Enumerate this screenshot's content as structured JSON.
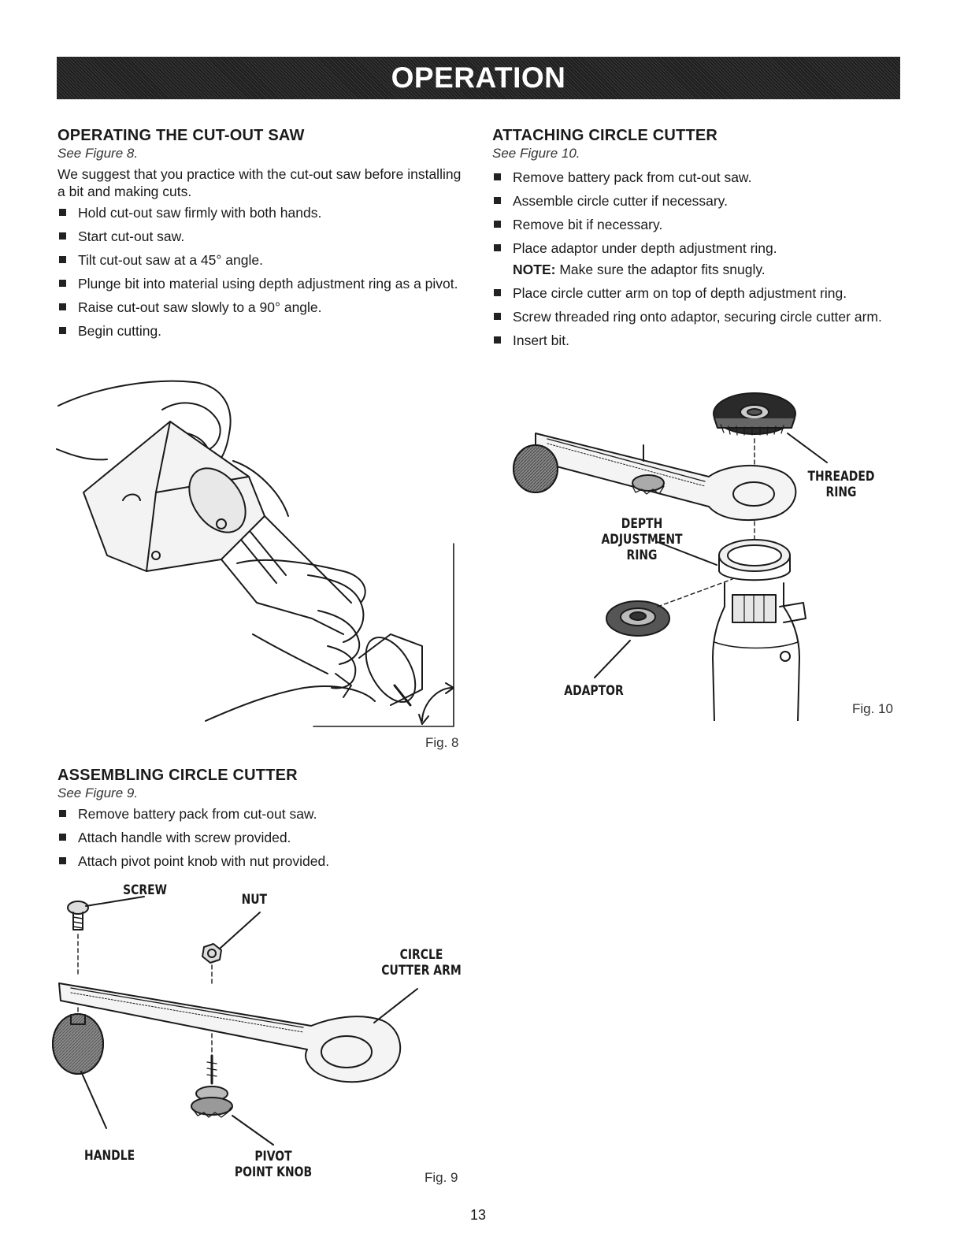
{
  "header": {
    "title": "OPERATION"
  },
  "left": {
    "s1": {
      "title": "OPERATING THE CUT-OUT SAW",
      "see": "See Figure 8.",
      "intro": "We suggest that you practice with the cut-out saw before installing a bit and making cuts.",
      "items": [
        "Hold cut-out saw firmly with both hands.",
        "Start cut-out saw.",
        "Tilt cut-out saw at a 45° angle.",
        "Plunge bit into material using depth adjustment ring as a pivot.",
        "Raise cut-out saw slowly to a 90° angle.",
        "Begin cutting."
      ]
    },
    "fig8": {
      "caption": "Fig. 8"
    },
    "s2": {
      "title": "ASSEMBLING CIRCLE CUTTER",
      "see": "See Figure 9.",
      "items": [
        "Remove battery pack from cut-out saw.",
        "Attach handle with screw provided.",
        "Attach pivot point knob with nut provided."
      ]
    },
    "fig9": {
      "caption": "Fig. 9",
      "labels": {
        "screw": "SCREW",
        "nut": "NUT",
        "arm": "CIRCLE CUTTER ARM",
        "handle": "HANDLE",
        "knob": "PIVOT POINT KNOB"
      }
    }
  },
  "right": {
    "s3": {
      "title": "ATTACHING CIRCLE CUTTER",
      "see": "See Figure 10.",
      "items": [
        "Remove battery pack from cut-out saw.",
        "Assemble circle cutter if necessary.",
        "Remove bit if necessary.",
        "Place adaptor under depth adjustment ring."
      ],
      "note_label": "NOTE:",
      "note_text": " Make sure the adaptor fits snugly.",
      "items2": [
        "Place circle cutter arm on top of depth adjustment ring.",
        "Screw threaded ring onto adaptor, securing circle cutter arm.",
        "Insert bit."
      ]
    },
    "fig10": {
      "caption": "Fig. 10",
      "labels": {
        "threaded": "THREADED RING",
        "depth": "DEPTH ADJUSTMENT RING",
        "adaptor": "ADAPTOR"
      }
    }
  },
  "footer": {
    "page": "13"
  }
}
